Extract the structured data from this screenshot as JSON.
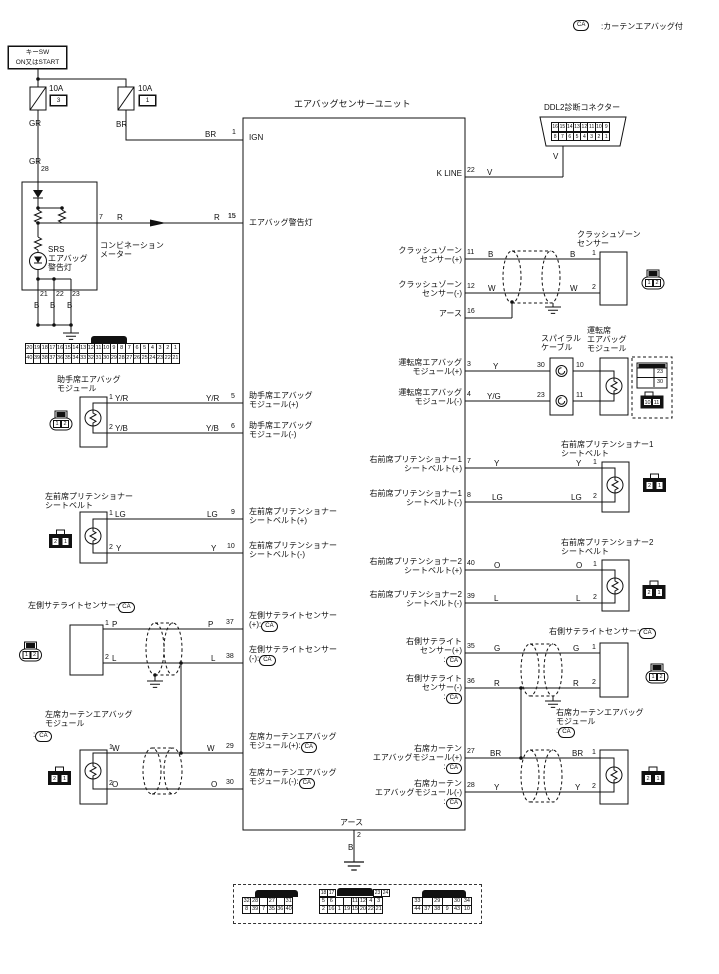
{
  "legend": {
    "ca": "CA",
    "note": ":カーテンエアバッグ付"
  },
  "power": {
    "key_sw": [
      "キーSW",
      "ON又はSTART"
    ],
    "fuse3": {
      "amp": "10A",
      "no": "3"
    },
    "fuse1": {
      "amp": "10A",
      "no": "1"
    },
    "gr_a": "GR",
    "gr_b": "GR",
    "pin28": "28",
    "br_a": "BR",
    "br_b": "BR"
  },
  "unit": {
    "title": "エアバッグセンサーユニット",
    "earth_bottom": {
      "label": "アース",
      "pin": "2",
      "wire": "B"
    },
    "left_pins": {
      "p1": "1",
      "p15": "15",
      "p5": "5",
      "p6": "6",
      "p9": "9",
      "p10": "10",
      "p37": "37",
      "p38": "38",
      "p29": "29",
      "p30": "30"
    },
    "right_pins": {
      "p22": "22",
      "p11": "11",
      "p12": "12",
      "p16": "16",
      "p3": "3",
      "p4": "4",
      "p7": "7",
      "p8": "8",
      "p40": "40",
      "p39": "39",
      "p35": "35",
      "p36": "36",
      "p27": "27",
      "p28": "28"
    },
    "labels": {
      "ign": "IGN",
      "warning": "エアバッグ警告灯",
      "kline": "K LINE",
      "earth": "アース",
      "cz_p": [
        "クラッシュゾーン",
        "センサー(+)"
      ],
      "cz_m": [
        "クラッシュゾーン",
        "センサー(-)"
      ],
      "drv_p": [
        "運転席エアバッグ",
        "モジュール(+)"
      ],
      "drv_m": [
        "運転席エアバッグ",
        "モジュール(-)"
      ],
      "pass_p": [
        "助手席エアバッグ",
        "モジュール(+)"
      ],
      "pass_m": [
        "助手席エアバッグ",
        "モジュール(-)"
      ],
      "pretl_p": [
        "左前席プリテンショナー",
        "シートベルト(+)"
      ],
      "pretl_m": [
        "左前席プリテンショナー",
        "シートベルト(-)"
      ],
      "pretr1_p": [
        "右前席プリテンショナー1",
        "シートベルト(+)"
      ],
      "pretr1_m": [
        "右前席プリテンショナー1",
        "シートベルト(-)"
      ],
      "pretr2_p": [
        "右前席プリテンショナー2",
        "シートベルト(+)"
      ],
      "pretr2_m": [
        "右前席プリテンショナー2",
        "シートベルト(-)"
      ],
      "satl_p": [
        "左側サテライトセンサー",
        "(+):"
      ],
      "satl_m": [
        "左側サテライトセンサー",
        "(-):"
      ],
      "satr_p": [
        "右側サテライト",
        "センサー(+)",
        ":"
      ],
      "satr_m": [
        "右側サテライト",
        "センサー(-)",
        ":"
      ],
      "curl_p": [
        "左席カーテンエアバッグ",
        "モジュール(+):"
      ],
      "curl_m": [
        "左席カーテンエアバッグ",
        "モジュール(-):"
      ],
      "curr_p": [
        "右席カーテン",
        "エアバッグモジュール(+)",
        ":"
      ],
      "curr_m": [
        "右席カーテン",
        "エアバッグモジュール(-)",
        ":"
      ]
    }
  },
  "meter": {
    "title": [
      "コンビネーション",
      "メーター"
    ],
    "lamp": [
      "SRS",
      "エアバッグ",
      "警告灯"
    ],
    "pin7": "7",
    "r_a": "R",
    "r_b": "R",
    "pin15": "15",
    "pins": [
      "21",
      "22",
      "23"
    ],
    "b": [
      "B",
      "B",
      "B"
    ],
    "strip_top": [
      "20",
      "19",
      "18",
      "17",
      "16",
      "15",
      "14",
      "13",
      "12",
      "11",
      "10",
      "9",
      "8",
      "7",
      "6",
      "5",
      "4",
      "3",
      "2",
      "1"
    ],
    "strip_bottom": [
      "40",
      "39",
      "38",
      "37",
      "36",
      "35",
      "34",
      "33",
      "32",
      "31",
      "30",
      "29",
      "28",
      "27",
      "26",
      "25",
      "24",
      "23",
      "22",
      "21"
    ]
  },
  "ddl2": {
    "title": "DDL2診断コネクター",
    "row_top": [
      "16",
      "15",
      "14",
      "13",
      "12",
      "11",
      "10",
      "9"
    ],
    "row_bottom": [
      "8",
      "7",
      "6",
      "5",
      "4",
      "3",
      "2",
      "1"
    ],
    "v_a": "V",
    "v_b": "V"
  },
  "crash_zone": {
    "title": [
      "クラッシュゾーン",
      "センサー"
    ],
    "w1a": "B",
    "w1b": "B",
    "w2a": "W",
    "w2b": "W",
    "dp1": "1",
    "dp2": "2",
    "conn": [
      "1",
      "2"
    ]
  },
  "driver": {
    "spiral_title": [
      "スパイラル",
      "ケーブル"
    ],
    "title": [
      "運転席",
      "エアバッグ",
      "モジュール"
    ],
    "w1a": "Y",
    "w2a": "Y/G",
    "sp30": "30",
    "sp23": "23",
    "sp10": "10",
    "sp11": "11",
    "detail_upper": [
      "23",
      "30"
    ],
    "detail_lower": [
      "10",
      "11"
    ]
  },
  "passenger": {
    "title": [
      "助手席エアバッグ",
      "モジュール"
    ],
    "dp1": "1",
    "dp2": "2",
    "w1a": "Y/R",
    "w1b": "Y/R",
    "w2a": "Y/B",
    "w2b": "Y/B",
    "conn": [
      "1",
      "2"
    ]
  },
  "pret_left": {
    "title": [
      "左前席プリテンショナー",
      "シートベルト"
    ],
    "dp1": "1",
    "dp2": "2",
    "w1a": "LG",
    "w1b": "LG",
    "w2a": "Y",
    "w2b": "Y",
    "conn": [
      "2",
      "1"
    ]
  },
  "pret_right1": {
    "title": [
      "右前席プリテンショナー1",
      "シートベルト"
    ],
    "dp1": "1",
    "dp2": "2",
    "w1a": "Y",
    "w1b": "Y",
    "w2a": "LG",
    "w2b": "LG",
    "conn": [
      "2",
      "1"
    ]
  },
  "pret_right2": {
    "title": [
      "右前席プリテンショナー2",
      "シートベルト"
    ],
    "dp1": "1",
    "dp2": "2",
    "w1a": "O",
    "w1b": "O",
    "w2a": "L",
    "w2b": "L",
    "conn": [
      "2",
      "1"
    ]
  },
  "sat_left": {
    "title": "左側サテライトセンサー:",
    "dp1": "1",
    "dp2": "2",
    "w1a": "P",
    "w1b": "P",
    "w2a": "L",
    "w2b": "L",
    "conn": [
      "1",
      "2"
    ]
  },
  "sat_right": {
    "title": "右側サテライトセンサー:",
    "dp1": "1",
    "dp2": "2",
    "w1a": "G",
    "w1b": "G",
    "w2a": "R",
    "w2b": "R",
    "conn": [
      "1",
      "2"
    ]
  },
  "curtain_left": {
    "title": [
      "左席カーテンエアバッグ",
      "モジュール"
    ],
    "ca_prefix": ":",
    "dp1": "1",
    "dp2": "2",
    "w1a": "W",
    "w1b": "W",
    "w2a": "O",
    "w2b": "O",
    "conn": [
      "2",
      "1"
    ]
  },
  "curtain_right": {
    "title": [
      "右席カーテンエアバッグ",
      "モジュール"
    ],
    "ca_prefix": ":",
    "dp1": "1",
    "dp2": "2",
    "w1a": "BR",
    "w1b": "BR",
    "w2a": "Y",
    "w2b": "Y",
    "conn": [
      "2",
      "1"
    ]
  },
  "bottom_connectors": {
    "left_top": [
      "32",
      "28",
      "",
      "27",
      "",
      "31"
    ],
    "left_bottom": [
      "8",
      "39",
      "7",
      "35",
      "36",
      "40"
    ],
    "mid_row1_left": [
      "18",
      "17"
    ],
    "mid_row1_right": [
      "23",
      "24"
    ],
    "mid_row2": [
      "5",
      "6",
      "",
      "",
      "11",
      "12",
      "4",
      "3"
    ],
    "mid_row3": [
      "2",
      "16",
      "1",
      "19",
      "15",
      "20",
      "22",
      "21"
    ],
    "right_top": [
      "33",
      "",
      "29",
      "",
      "30",
      "34"
    ],
    "right_bottom": [
      "44",
      "37",
      "38",
      "9",
      "43",
      "10"
    ]
  }
}
